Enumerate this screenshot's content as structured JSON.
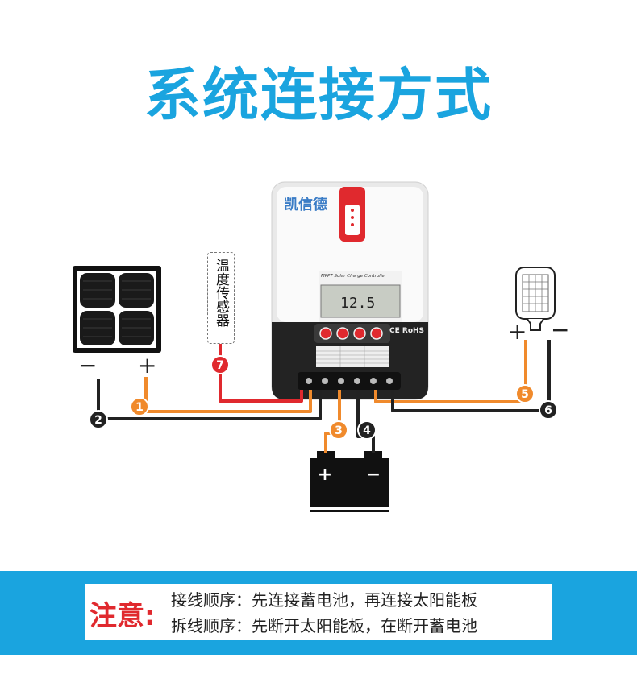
{
  "title": "系统连接方式",
  "brand": "凯信德",
  "controller": {
    "subtitle": "MPPT   Solar Charge Controller",
    "lcd_value": "12.5",
    "certification": "CE RoHS"
  },
  "temperature_sensor": {
    "label": "温度传感器"
  },
  "solar_panel": {
    "negative_sign": "−",
    "positive_sign": "+"
  },
  "load": {
    "positive_sign": "+",
    "negative_sign": "−"
  },
  "battery": {
    "positive_sign": "+",
    "negative_sign": "−"
  },
  "markers": [
    {
      "number": "1",
      "color": "#f08a2c"
    },
    {
      "number": "2",
      "color": "#222222"
    },
    {
      "number": "3",
      "color": "#f08a2c"
    },
    {
      "number": "4",
      "color": "#222222"
    },
    {
      "number": "5",
      "color": "#f08a2c"
    },
    {
      "number": "6",
      "color": "#222222"
    },
    {
      "number": "7",
      "color": "#e0292e"
    }
  ],
  "note": {
    "label": "注意:",
    "line1": "接线顺序：先连接蓄电池，再连接太阳能板",
    "line2": "拆线顺序：先断开太阳能板，在断开蓄电池"
  },
  "colors": {
    "accent": "#1aa4df",
    "positive_wire": "#f08a2c",
    "negative_wire": "#222222",
    "sensor_wire": "#e0292e",
    "note_red": "#e0292e"
  }
}
